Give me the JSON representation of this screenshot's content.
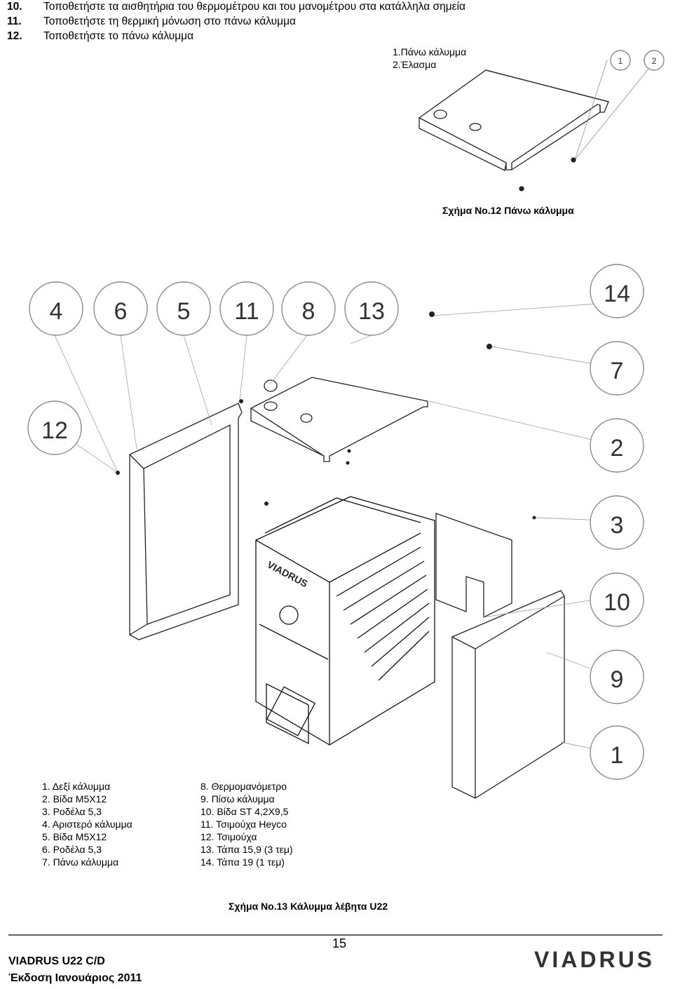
{
  "steps": [
    {
      "num": "10.",
      "text": "Τοποθετήστε τα αισθητήρια του θερμομέτρου και του μανομέτρου στα κατάλληλα σημεία"
    },
    {
      "num": "11.",
      "text": "Τοποθετήστε τη θερμική μόνωση στο πάνω κάλυμμα"
    },
    {
      "num": "12.",
      "text": "Τοποθετήστε το πάνω κάλυμμα"
    }
  ],
  "figure12": {
    "legend": [
      "1.Πάνω κάλυμμα",
      "2.Έλασμα"
    ],
    "callouts": [
      "1",
      "2"
    ],
    "caption": "Σχήμα No.12 Πάνω κάλυμμα"
  },
  "figure13": {
    "callouts_top": [
      "4",
      "6",
      "5",
      "11",
      "8",
      "13"
    ],
    "callouts_right": [
      "14",
      "7",
      "2",
      "3",
      "10",
      "9",
      "1"
    ],
    "callout_left": "12",
    "brand_on_boiler": "VIADRUS",
    "parts_left": [
      "1.  Δεξί κάλυμμα",
      "2.  Βίδα M5X12",
      "3.  Ροδέλα 5,3",
      "4.  Αριστερό κάλυμμα",
      "5.  Βίδα M5X12",
      "6.  Ροδέλα 5,3",
      "7.  Πάνω κάλυμμα"
    ],
    "parts_right": [
      "8.   Θερμομανόμετρο",
      "9.   Πίσω κάλυμμα",
      "10. Βίδα ST 4,2X9,5",
      "11. Τσιμούχα Heyco",
      "12. Τσιμούχα",
      "13. Τάπα 15,9 (3 τεμ)",
      "14. Τάπα 19 (1 τεμ)"
    ],
    "caption": "Σχήμα No.13 Κάλυμμα λέβητα U22"
  },
  "footer": {
    "page_number": "15",
    "model": "VIADRUS U22 C/D",
    "edition": "Έκδοση Ιανουάριος 2011",
    "logo": "VIADRUS"
  }
}
